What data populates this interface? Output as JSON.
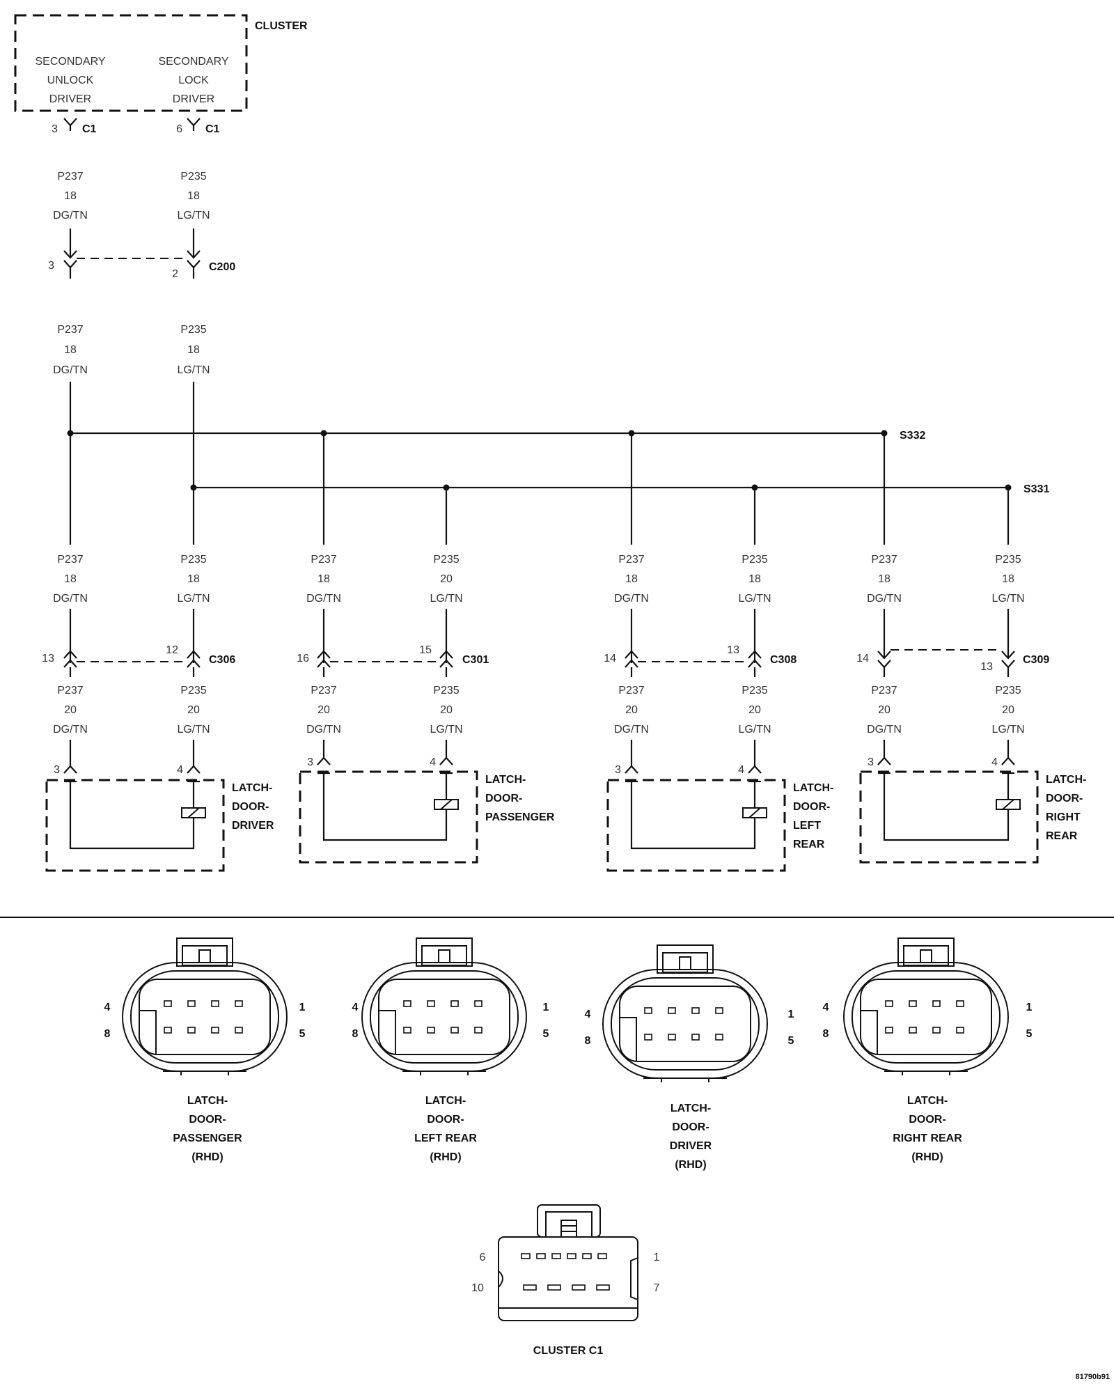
{
  "module": {
    "name": "CLUSTER",
    "unlock_lines": [
      "SECONDARY",
      "UNLOCK",
      "DRIVER"
    ],
    "lock_lines": [
      "SECONDARY",
      "LOCK",
      "DRIVER"
    ],
    "unlock_pin": "3",
    "lock_pin": "6",
    "connector": "C1"
  },
  "inline": {
    "name": "C200",
    "left_pin": "3",
    "right_pin": "2"
  },
  "circuits": {
    "unlock": {
      "id": "P237",
      "gauge": "18",
      "color": "DG/TN"
    },
    "lock": {
      "id": "P235",
      "gauge": "18",
      "color": "LG/TN"
    }
  },
  "splices": {
    "unlock": "S332",
    "lock": "S331"
  },
  "branches": [
    {
      "connector": "C306",
      "left_pin": "13",
      "right_pin": "12",
      "unlock_upper": {
        "id": "P237",
        "gauge": "18",
        "color": "DG/TN"
      },
      "lock_upper": {
        "id": "P235",
        "gauge": "18",
        "color": "LG/TN"
      },
      "unlock_lower": {
        "id": "P237",
        "gauge": "20",
        "color": "DG/TN"
      },
      "lock_lower": {
        "id": "P235",
        "gauge": "20",
        "color": "LG/TN"
      },
      "latch_left_pin": "3",
      "latch_right_pin": "4",
      "latch_lines": [
        "LATCH-",
        "DOOR-",
        "DRIVER"
      ]
    },
    {
      "connector": "C301",
      "left_pin": "16",
      "right_pin": "15",
      "unlock_upper": {
        "id": "P237",
        "gauge": "18",
        "color": "DG/TN"
      },
      "lock_upper": {
        "id": "P235",
        "gauge": "20",
        "color": "LG/TN"
      },
      "unlock_lower": {
        "id": "P237",
        "gauge": "20",
        "color": "DG/TN"
      },
      "lock_lower": {
        "id": "P235",
        "gauge": "20",
        "color": "LG/TN"
      },
      "latch_left_pin": "3",
      "latch_right_pin": "4",
      "latch_lines": [
        "LATCH-",
        "DOOR-",
        "PASSENGER"
      ]
    },
    {
      "connector": "C308",
      "left_pin": "14",
      "right_pin": "13",
      "unlock_upper": {
        "id": "P237",
        "gauge": "18",
        "color": "DG/TN"
      },
      "lock_upper": {
        "id": "P235",
        "gauge": "18",
        "color": "LG/TN"
      },
      "unlock_lower": {
        "id": "P237",
        "gauge": "20",
        "color": "DG/TN"
      },
      "lock_lower": {
        "id": "P235",
        "gauge": "20",
        "color": "LG/TN"
      },
      "latch_left_pin": "3",
      "latch_right_pin": "4",
      "latch_lines": [
        "LATCH-",
        "DOOR-",
        "LEFT",
        "REAR"
      ]
    },
    {
      "connector": "C309",
      "left_pin": "14",
      "right_pin": "13",
      "unlock_upper": {
        "id": "P237",
        "gauge": "18",
        "color": "DG/TN"
      },
      "lock_upper": {
        "id": "P235",
        "gauge": "18",
        "color": "LG/TN"
      },
      "unlock_lower": {
        "id": "P237",
        "gauge": "20",
        "color": "DG/TN"
      },
      "lock_lower": {
        "id": "P235",
        "gauge": "20",
        "color": "LG/TN"
      },
      "latch_left_pin": "3",
      "latch_right_pin": "4",
      "latch_lines": [
        "LATCH-",
        "DOOR-",
        "RIGHT",
        "REAR"
      ]
    }
  ],
  "connector_views": [
    {
      "pins": [
        "4",
        "8",
        "1",
        "5"
      ],
      "label_lines": [
        "LATCH-",
        "DOOR-",
        "PASSENGER",
        "(RHD)"
      ]
    },
    {
      "pins": [
        "4",
        "8",
        "1",
        "5"
      ],
      "label_lines": [
        "LATCH-",
        "DOOR-",
        "LEFT REAR",
        "(RHD)"
      ]
    },
    {
      "pins": [
        "4",
        "8",
        "1",
        "5"
      ],
      "label_lines": [
        "LATCH-",
        "DOOR-",
        "DRIVER",
        "(RHD)"
      ]
    },
    {
      "pins": [
        "4",
        "8",
        "1",
        "5"
      ],
      "label_lines": [
        "LATCH-",
        "DOOR-",
        "RIGHT REAR",
        "(RHD)"
      ]
    }
  ],
  "cluster_view": {
    "pins": [
      "6",
      "10",
      "1",
      "7"
    ],
    "label": "CLUSTER C1"
  },
  "figure_id": "81790b91"
}
